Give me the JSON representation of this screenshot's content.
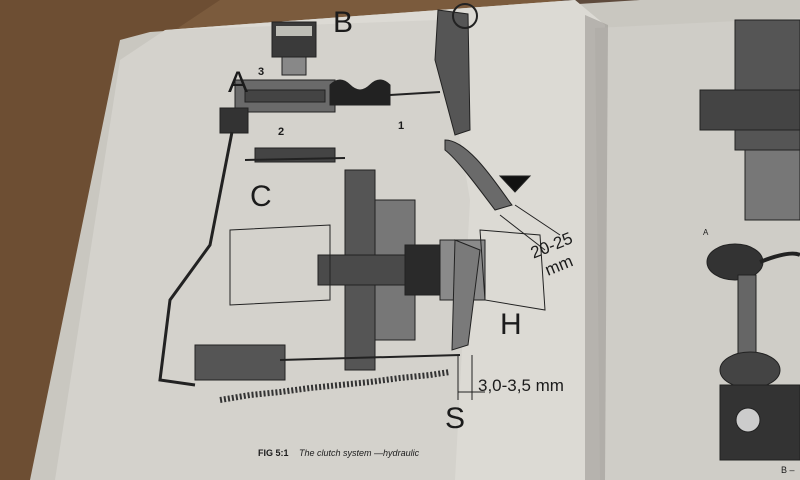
{
  "diagram_labels": {
    "a": "A",
    "b": "B",
    "c": "C",
    "h": "H",
    "s": "S",
    "n1": "1",
    "n2": "2",
    "n3": "3"
  },
  "dimensions": {
    "pedal_travel": "20-25",
    "pedal_travel_unit": "mm",
    "clearance": "3,0-3,5 mm"
  },
  "caption": {
    "fig": "FIG 5:1",
    "text": "The clutch system —hydraulic"
  },
  "right_page": {
    "label_a": "A",
    "label_b": "B –"
  }
}
